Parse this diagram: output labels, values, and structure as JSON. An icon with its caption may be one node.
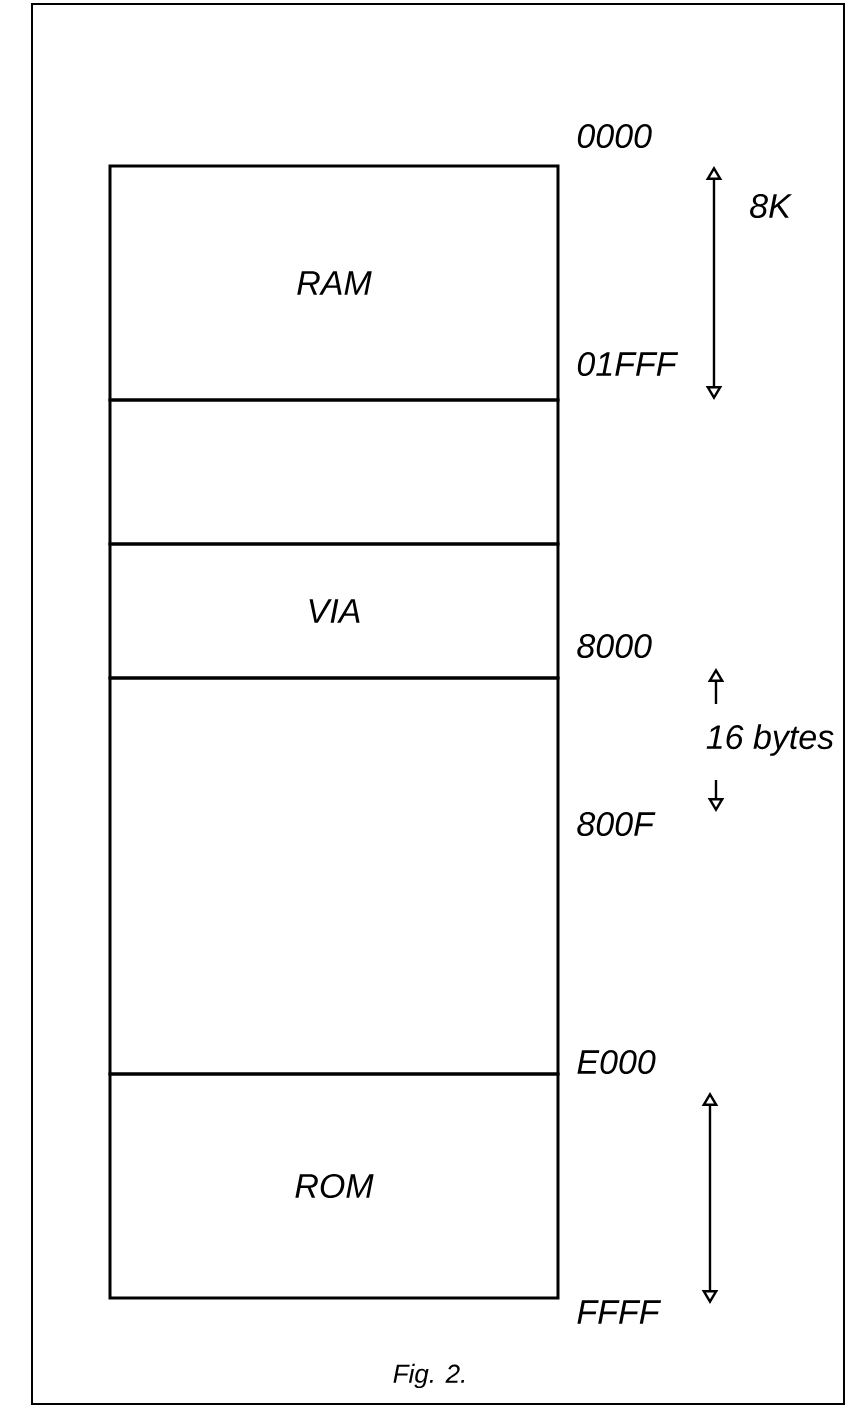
{
  "diagram": {
    "caption": "Fig. 2.",
    "nodes": [
      {
        "text": [
          "RAM"
        ]
      },
      {
        "text": [],
        "shape": "box"
      },
      {
        "text": [
          "VIA"
        ]
      },
      {
        "text": [],
        "shape": "box"
      },
      {
        "text": [
          "ROM"
        ]
      }
    ],
    "edges": [],
    "labels": [
      "0000",
      "8K",
      "01FFF",
      "8000",
      "16 bytes",
      "800F",
      "E000",
      "FFFF"
    ]
  }
}
